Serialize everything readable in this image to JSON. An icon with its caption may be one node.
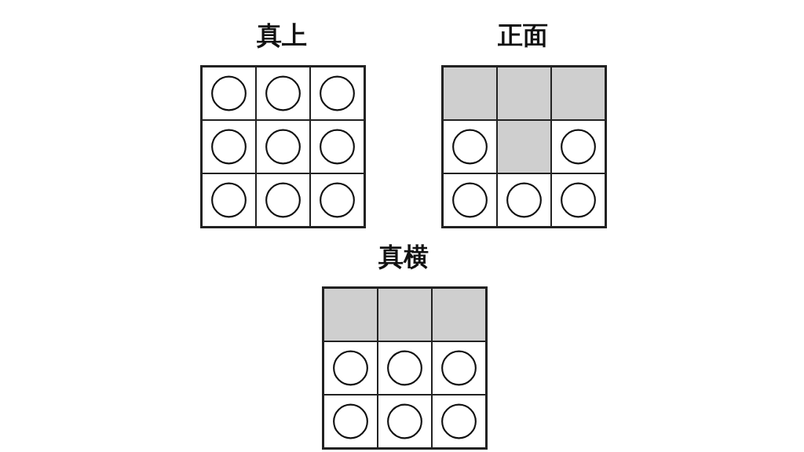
{
  "diagram": {
    "nodes": [
      {
        "text": [
          "真上"
        ]
      },
      {
        "text": [],
        "shape": "circle",
        "in": 0
      },
      {
        "text": [],
        "shape": "circle",
        "in": 0
      },
      {
        "text": [],
        "shape": "circle",
        "in": 0
      },
      {
        "text": [],
        "shape": "circle",
        "in": 0
      },
      {
        "text": [],
        "shape": "circle",
        "in": 0
      },
      {
        "text": [],
        "shape": "circle",
        "in": 0
      },
      {
        "text": [],
        "shape": "circle",
        "in": 0
      },
      {
        "text": [],
        "shape": "circle",
        "in": 0
      },
      {
        "text": [],
        "shape": "circle",
        "in": 0
      },
      {
        "text": [
          "正面"
        ]
      },
      {
        "text": [],
        "shape": "box",
        "in": 10
      },
      {
        "text": [],
        "shape": "box",
        "in": 10
      },
      {
        "text": [],
        "shape": "box",
        "in": 10
      },
      {
        "text": [],
        "shape": "circle",
        "in": 10
      },
      {
        "text": [],
        "shape": "box",
        "in": 10
      },
      {
        "text": [],
        "shape": "circle",
        "in": 10
      },
      {
        "text": [],
        "shape": "circle",
        "in": 10
      },
      {
        "text": [],
        "shape": "circle",
        "in": 10
      },
      {
        "text": [],
        "shape": "circle",
        "in": 10
      },
      {
        "text": [
          "真横"
        ]
      },
      {
        "text": [],
        "shape": "box",
        "in": 20
      },
      {
        "text": [],
        "shape": "box",
        "in": 20
      },
      {
        "text": [],
        "shape": "box",
        "in": 20
      },
      {
        "text": [],
        "shape": "circle",
        "in": 20
      },
      {
        "text": [],
        "shape": "circle",
        "in": 20
      },
      {
        "text": [],
        "shape": "circle",
        "in": 20
      },
      {
        "text": [],
        "shape": "circle",
        "in": 20
      },
      {
        "text": [],
        "shape": "circle",
        "in": 20
      },
      {
        "text": [],
        "shape": "circle",
        "in": 20
      }
    ]
  }
}
